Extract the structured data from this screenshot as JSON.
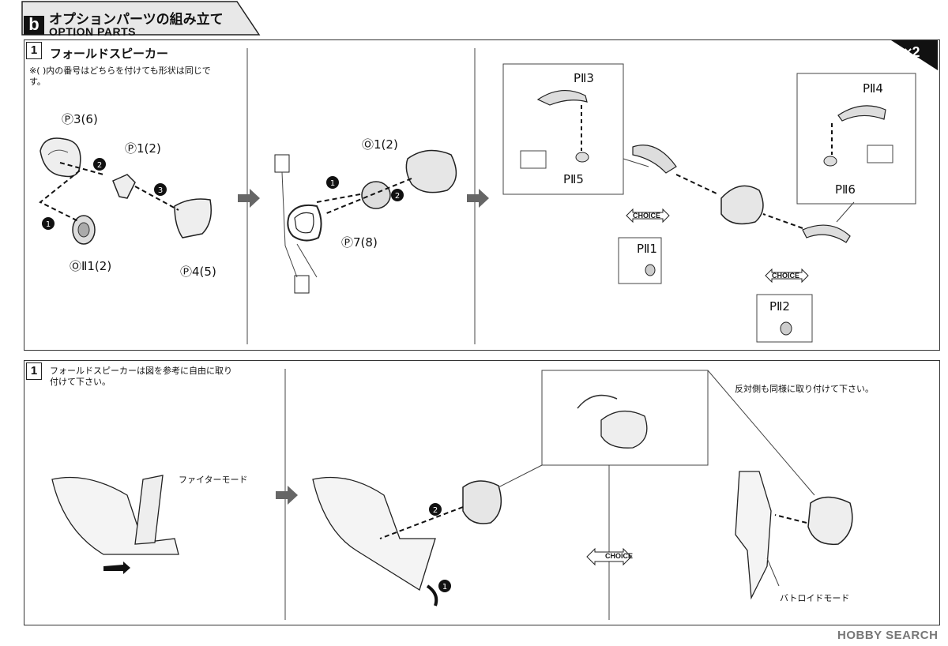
{
  "header": {
    "badge": "b",
    "title_jp": "オプションパーツの組み立て",
    "title_en": "OPTION PARTS"
  },
  "top_panel": {
    "step": "1",
    "title": "フォールドスピーカー",
    "note": "※( )内の番号はどちらを付けても形状は同じです。",
    "multiplier": "×2",
    "panel1_labels": {
      "p36": "Ⓟ3(6)",
      "p12": "Ⓟ1(2)",
      "oii12": "ⓄⅡ1(2)",
      "p45": "Ⓟ4(5)"
    },
    "panel2_labels": {
      "o12": "Ⓞ1(2)",
      "p78": "Ⓟ7(8)"
    },
    "panel3_labels": {
      "pii3": "PⅡ3",
      "pii5": "PⅡ5",
      "pii4": "PⅡ4",
      "pii6": "PⅡ6",
      "pii1": "PⅡ1",
      "pii2": "PⅡ2",
      "choice": "CHOICE"
    },
    "step_markers": [
      "1",
      "2",
      "3"
    ]
  },
  "bottom_panel": {
    "step": "1",
    "instruction": "フォールドスピーカーは図を参考に自由に取り付けて下さい。",
    "fighter_mode": "ファイターモード",
    "battroid_mode": "バトロイドモード",
    "opposite_side": "反対側も同様に取り付けて下さい。",
    "choice": "CHOICE"
  },
  "watermark": "HOBBY SEARCH"
}
